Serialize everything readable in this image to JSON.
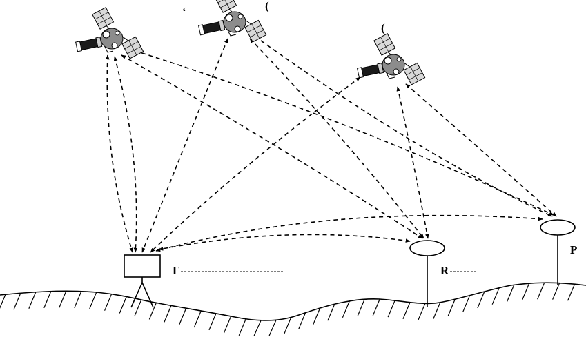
{
  "labels": {
    "satellite_1": "‘",
    "satellite_2": "(",
    "satellite_3": "(",
    "base_station": "Г",
    "rover_1": "R",
    "rover_2": "Р"
  },
  "colors": {
    "line": "#000000",
    "satellite_body": "#8c8c8c",
    "solar_panel": "#d9d9d9"
  },
  "icons": [
    "satellite-icon",
    "tripod-receiver-icon",
    "antenna-receiver-icon"
  ]
}
